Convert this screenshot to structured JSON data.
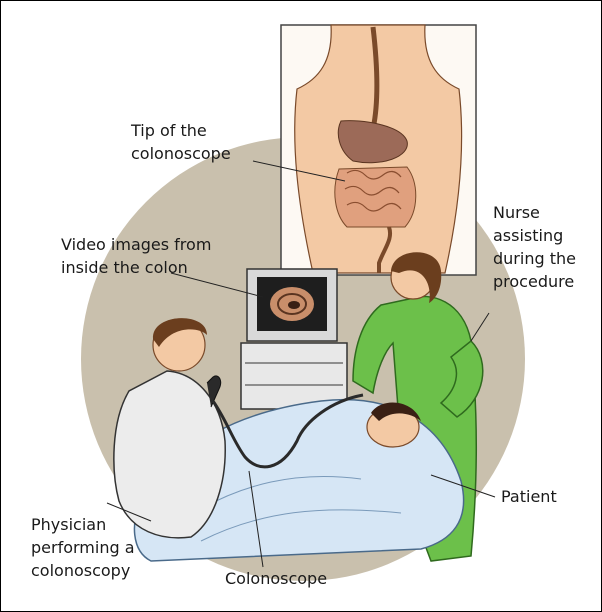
{
  "labels": {
    "tip": [
      "Tip of the",
      "colonoscope"
    ],
    "video": [
      "Video images from",
      "inside the colon"
    ],
    "nurse": [
      "Nurse",
      "assisting",
      "during the",
      "procedure"
    ],
    "patient": "Patient",
    "physician": [
      "Physician",
      "performing a",
      "colonoscopy"
    ],
    "colonoscope": "Colonoscope"
  },
  "colors": {
    "background_circle": "#c9c0ad",
    "skin": "#f3c9a4",
    "nurse_scrubs": "#6cc04a",
    "sheet": "#d6e6f5",
    "coat": "#ececec",
    "monitor": "#d9d9d9",
    "organs": "#c98e6a"
  }
}
